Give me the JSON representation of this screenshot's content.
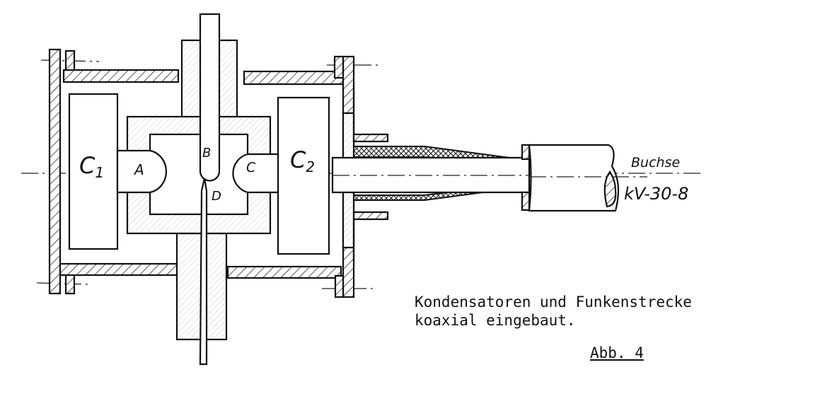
{
  "labels": {
    "c1_main": "C",
    "c1_sub": "1",
    "c2_main": "C",
    "c2_sub": "2",
    "a": "A",
    "b": "B",
    "c": "C",
    "d": "D",
    "socket": "Buchse",
    "socket_type": "kV-30-8"
  },
  "caption": {
    "line1": "Kondensatoren und Funkenstrecke",
    "line2": "koaxial eingebaut.",
    "figure": "Abb. 4"
  }
}
